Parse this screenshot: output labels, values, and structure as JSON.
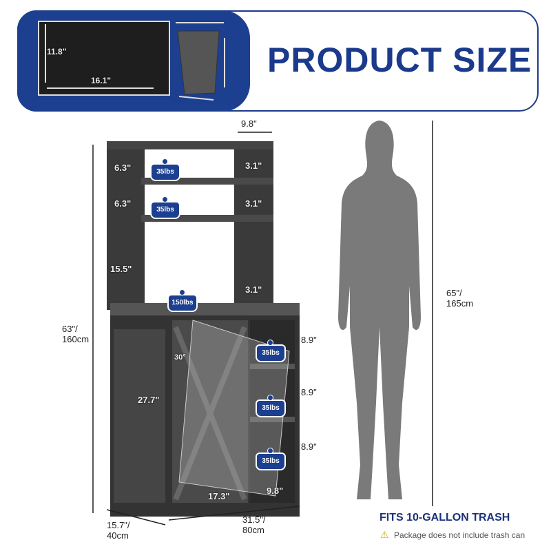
{
  "header": {
    "title": "PRODUCT SIZE"
  },
  "inset": {
    "interior_height": "11.8\"",
    "interior_width": "16.1\""
  },
  "dimensions": {
    "hutch_depth": "9.8\"",
    "shelf_gap_1": "6.3\"",
    "shelf_gap_2": "6.3\"",
    "open_gap": "15.5\"",
    "rail_1": "3.1\"",
    "rail_2": "3.1\"",
    "rail_3": "3.1\"",
    "cube_1": "8.9\"",
    "cube_2": "8.9\"",
    "cube_3": "8.9\"",
    "door_angle": "30°",
    "door_height": "27.7\"",
    "door_width": "17.3\"",
    "cube_width": "9.8\"",
    "total_height": "63\"/\n160cm",
    "depth": "15.7\"/\n40cm",
    "width": "31.5\"/\n80cm",
    "person_height": "65\"/\n165cm"
  },
  "weights": {
    "shelf_1": "35lbs",
    "shelf_2": "35lbs",
    "top": "150lbs",
    "cube_1": "35lbs",
    "cube_2": "35lbs",
    "cube_3": "35lbs"
  },
  "footer": {
    "headline": "FITS 10-GALLON TRASH",
    "note": "Package does not include trash can"
  },
  "colors": {
    "brand_blue": "#1b3a8c",
    "wood": "#3a3a3a"
  }
}
